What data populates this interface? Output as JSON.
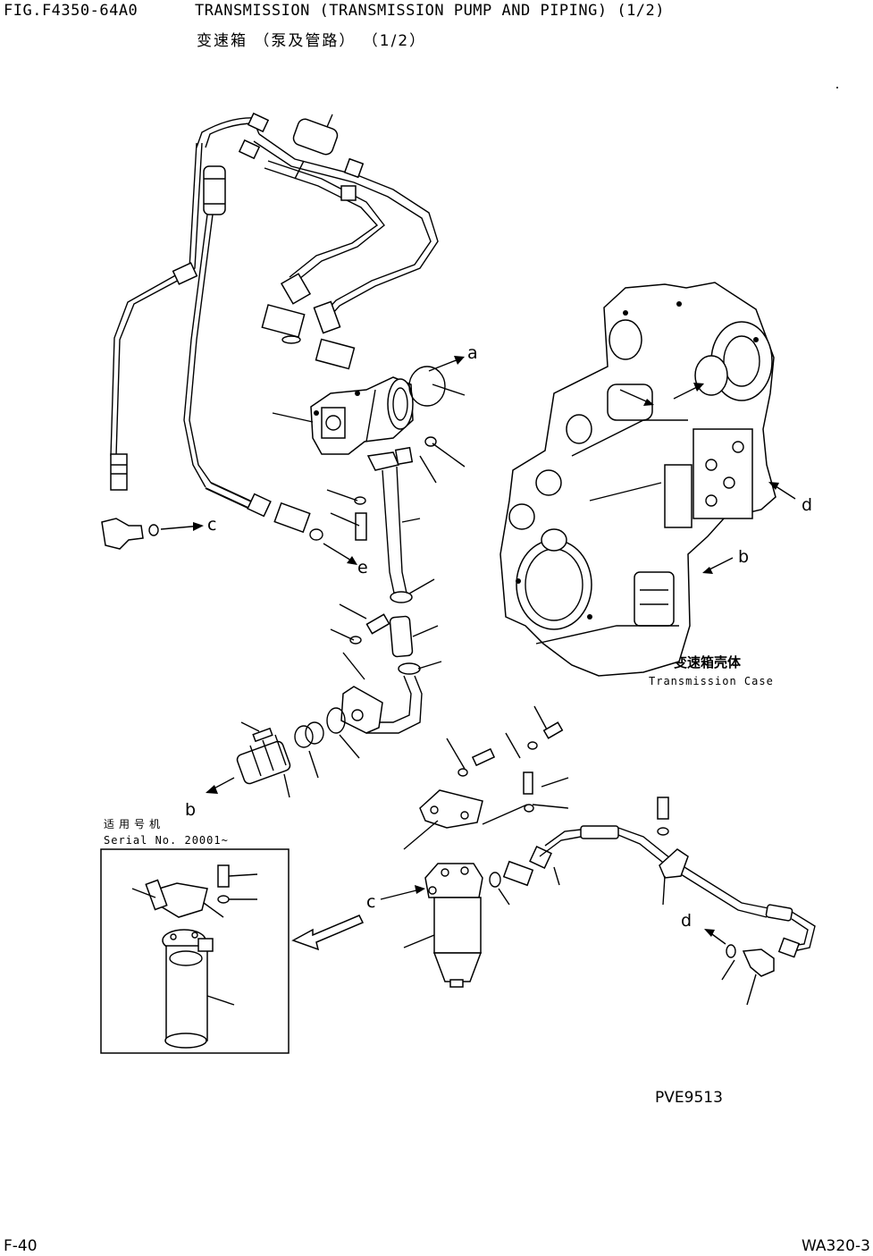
{
  "header": {
    "fig_code": "FIG.F4350-64A0",
    "title_en": "TRANSMISSION (TRANSMISSION PUMP AND PIPING) (1/2)",
    "title_cn": "变速箱  （泵及管路）  （1/2）"
  },
  "callouts": {
    "a1": "a",
    "a2": "a",
    "b1": "b",
    "b2": "b",
    "c1": "c",
    "c2": "c",
    "d1": "d",
    "d2": "d",
    "e1": "e",
    "e2": "e"
  },
  "case_label": {
    "cn": "变速箱壳体",
    "en": "Transmission Case"
  },
  "inset": {
    "label_cn": "适用号机",
    "serial": "Serial No. 20001~"
  },
  "drawing_code": "PVE9513",
  "footer": {
    "page": "F-40",
    "model": "WA320-3"
  }
}
